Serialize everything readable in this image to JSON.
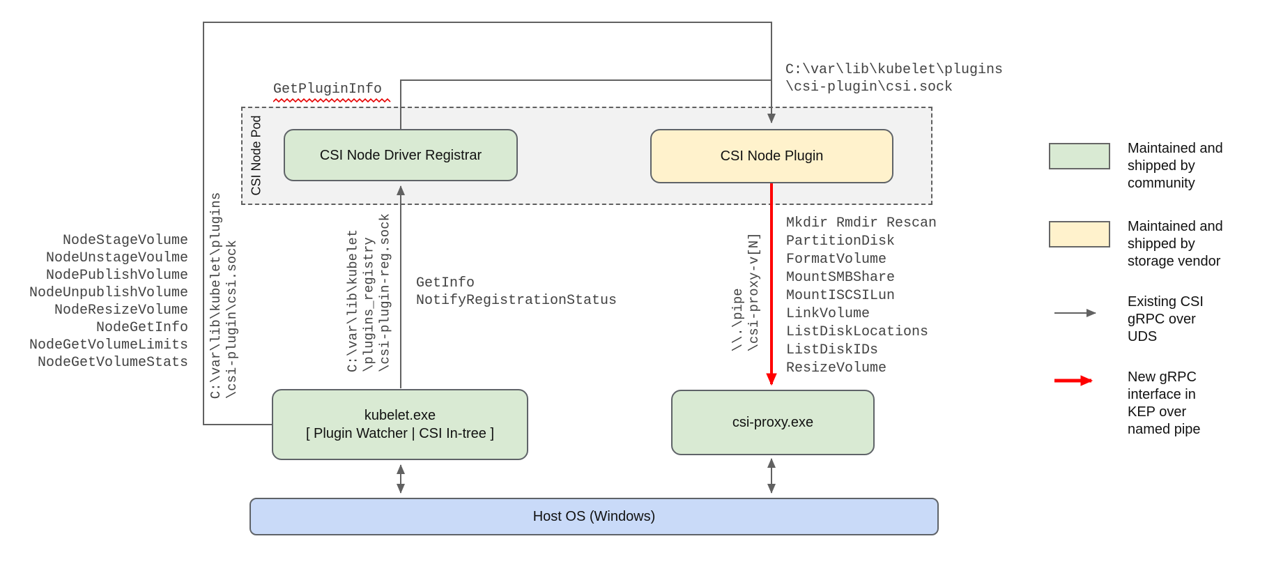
{
  "pod": {
    "label": "CSI Node Pod"
  },
  "boxes": {
    "registrar": "CSI Node Driver Registrar",
    "plugin": "CSI Node Plugin",
    "kubelet_line1": "kubelet.exe",
    "kubelet_line2": "[ Plugin Watcher | CSI In-tree ]",
    "csi_proxy": "csi-proxy.exe",
    "host_os": "Host OS (Windows)"
  },
  "rpc_labels": {
    "get_plugin_info": "GetPluginInfo",
    "get_info": "GetInfo",
    "notify_registration_status": "NotifyRegistrationStatus"
  },
  "paths": {
    "csi_sock_line1": "C:\\var\\lib\\kubelet\\plugins",
    "csi_sock_line2": "\\csi-plugin\\csi.sock",
    "reg_sock_line1": "C:\\var\\lib\\kubelet",
    "reg_sock_line2": "\\plugins_registry",
    "reg_sock_line3": "\\csi-plugin-reg.sock",
    "pipe_line1": "\\\\.\\pipe",
    "pipe_line2": "\\csi-proxy-v[N]"
  },
  "node_calls": [
    "NodeStageVolume",
    "NodeUnstageVoulme",
    "NodePublishVolume",
    "NodeUnpublishVolume",
    "NodeResizeVolume",
    "NodeGetInfo",
    "NodeGetVolumeLimits",
    "NodeGetVolumeStats"
  ],
  "proxy_calls": [
    "Mkdir Rmdir Rescan",
    "PartitionDisk",
    "FormatVolume",
    "MountSMBShare",
    "MountISCSILun",
    "LinkVolume",
    "ListDiskLocations",
    "ListDiskIDs",
    "ResizeVolume"
  ],
  "legend": {
    "community": "Maintained and\nshipped by\ncommunity",
    "vendor": "Maintained and\nshipped by\nstorage vendor",
    "existing_arrow": "Existing CSI\ngRPC over\nUDS",
    "new_arrow": "New gRPC\ninterface in\nKEP over\nnamed pipe"
  },
  "colors": {
    "community_green": "#d9ead3",
    "vendor_yellow": "#fff2cc",
    "host_blue": "#c9daf8",
    "pod_fill": "#f2f2f2",
    "line_gray": "#616161",
    "arrow_red": "#ff0000",
    "squiggle_red": "#e60000"
  }
}
